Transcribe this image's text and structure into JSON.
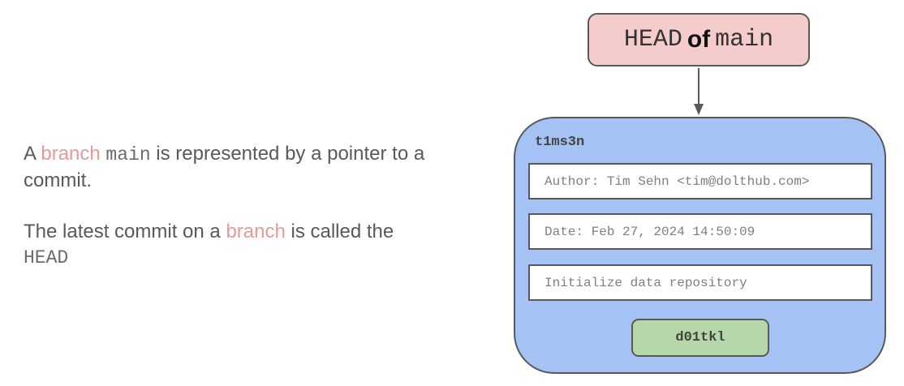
{
  "explanation": {
    "paragraph1": {
      "prefix": "A ",
      "term": "branch",
      "code": "main",
      "suffix": " is represented by a pointer to a commit."
    },
    "paragraph2": {
      "prefix": "The latest commit on a ",
      "term": "branch",
      "suffix": " is called the ",
      "code": "HEAD"
    }
  },
  "diagram": {
    "head_label": {
      "head": "HEAD",
      "of": "of",
      "branch": "main"
    },
    "commit": {
      "hash": "t1ms3n",
      "author": "Author: Tim Sehn <tim@dolthub.com>",
      "date": "Date: Feb 27, 2024 14:50:09",
      "message": "Initialize data repository",
      "parent_hash": "d01tkl"
    }
  },
  "colors": {
    "head_box_fill": "#f4cccc",
    "commit_box_fill": "#a4c2f4",
    "parent_box_fill": "#b6d7a8",
    "term_highlight": "#e69a98",
    "outline": "#595959",
    "body_text": "#595959"
  }
}
